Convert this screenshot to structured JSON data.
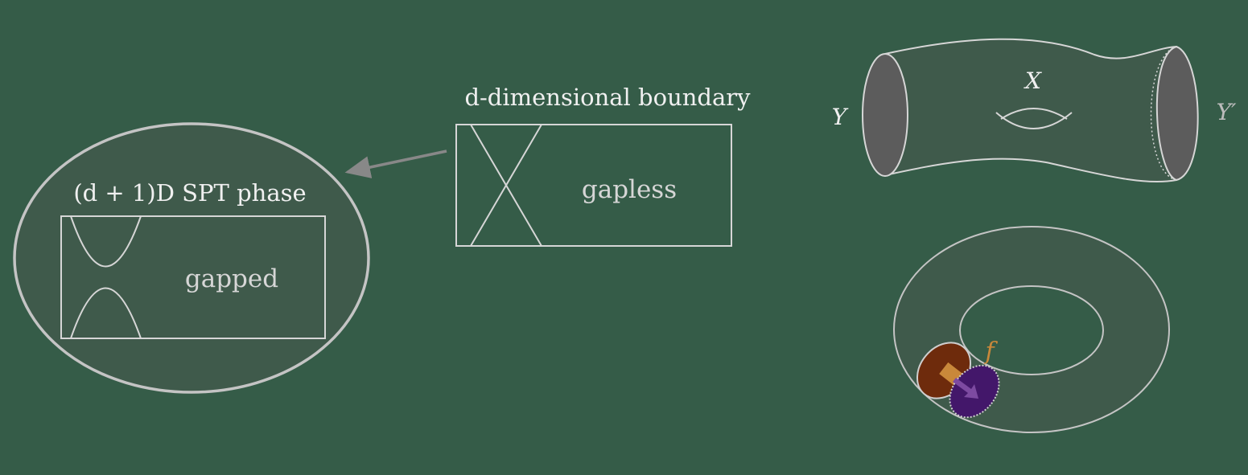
{
  "colors": {
    "background": "#355c48",
    "surface": "#3f5a4b",
    "stroke": "#d6d6d6",
    "ellipse_border": "#c4c4c4",
    "end_cap": "#5c5c5c",
    "disk_brown": "#6e2b0c",
    "disk_purple": "#43176a",
    "label_f": "#c9883a",
    "arrow": "#888888"
  },
  "spt": {
    "title": "(d + 1)D SPT phase",
    "box_label": "gapped"
  },
  "boundary": {
    "title": "d-dimensional boundary",
    "box_label": "gapless"
  },
  "cobordism": {
    "label_left": "Y",
    "label_right": "Y′",
    "label_top": "X"
  },
  "torus": {
    "map_label": "f"
  }
}
